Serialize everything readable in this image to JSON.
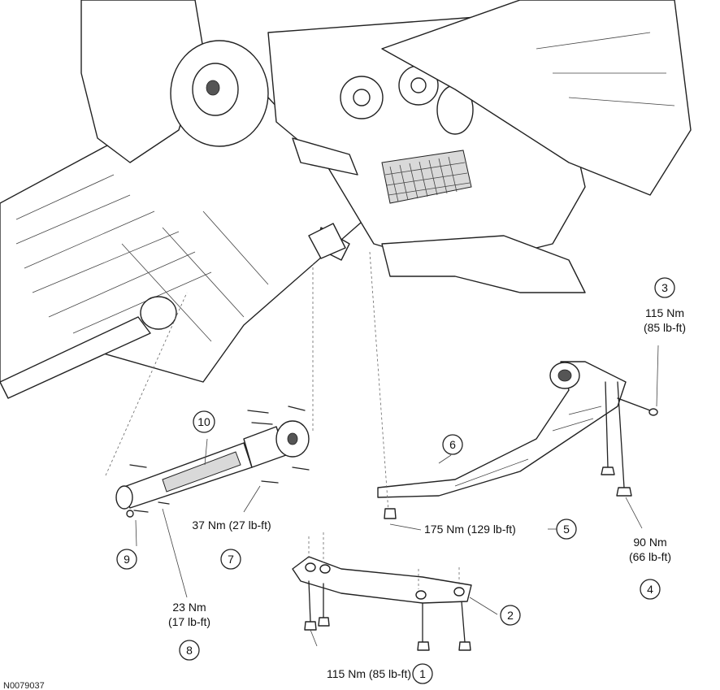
{
  "figure_id": "N0079037",
  "callouts": [
    {
      "number": "1",
      "torque": "115 Nm (85 lb-ft)"
    },
    {
      "number": "2",
      "torque": ""
    },
    {
      "number": "3",
      "torque_line1": "115 Nm",
      "torque_line2": "(85 lb-ft)"
    },
    {
      "number": "4",
      "torque_line1": "90 Nm",
      "torque_line2": "(66 lb-ft)"
    },
    {
      "number": "5",
      "torque": "175 Nm (129 lb-ft)"
    },
    {
      "number": "6",
      "torque": ""
    },
    {
      "number": "7",
      "torque": "37 Nm (27 lb-ft)"
    },
    {
      "number": "8",
      "torque_line1": "23 Nm",
      "torque_line2": "(17 lb-ft)"
    },
    {
      "number": "9",
      "torque": ""
    },
    {
      "number": "10",
      "torque": ""
    }
  ]
}
